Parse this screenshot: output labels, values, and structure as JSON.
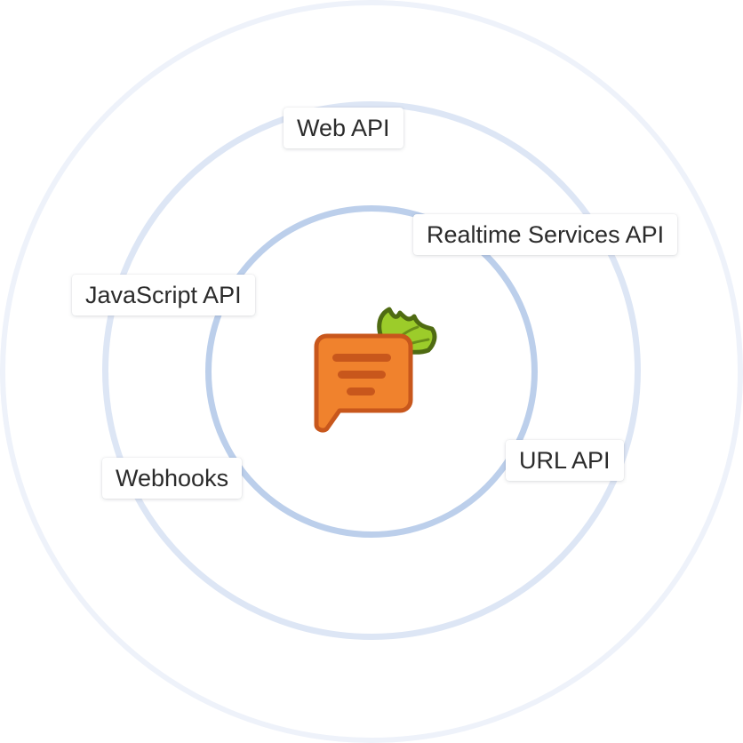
{
  "diagram": {
    "rings": [
      {
        "name": "outer",
        "color": "#eef2fa"
      },
      {
        "name": "middle",
        "color": "#dde6f5"
      },
      {
        "name": "inner",
        "color": "#bccfeb"
      }
    ],
    "labels": {
      "web_api": "Web API",
      "realtime_services_api": "Realtime Services API",
      "javascript_api": "JavaScript API",
      "webhooks": "Webhooks",
      "url_api": "URL API"
    },
    "logo": {
      "icon": "carrot-chat-bubble-icon",
      "colors": {
        "body": "#f0822d",
        "outline": "#c8571c",
        "stripes": "#c8571c",
        "leaves": "#9ccc2a",
        "leaves_outline": "#4f6b12"
      }
    }
  }
}
